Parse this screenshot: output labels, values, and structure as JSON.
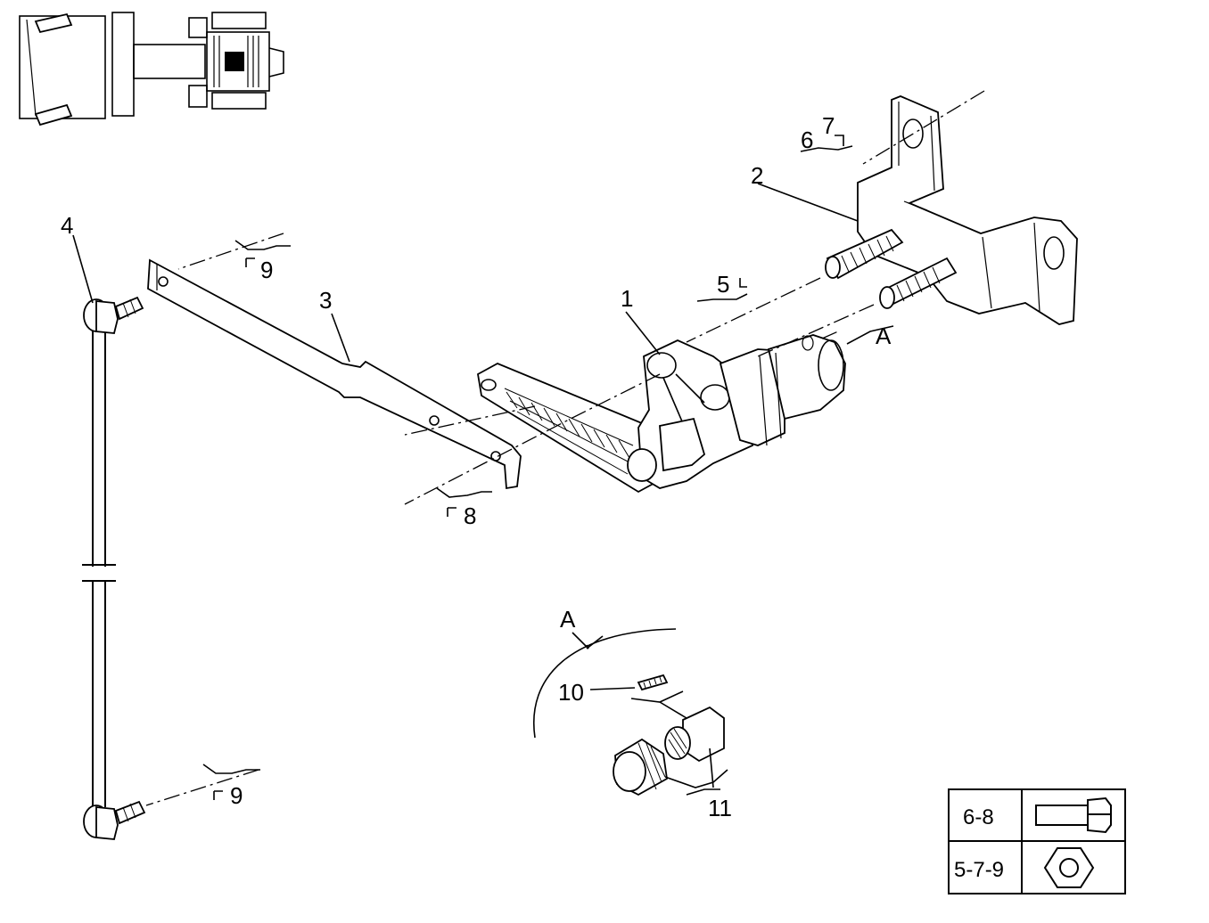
{
  "callouts": {
    "c1": "1",
    "c2": "2",
    "c3": "3",
    "c4": "4",
    "c5": "5",
    "c6": "6",
    "c7": "7",
    "c8": "8",
    "c9a": "9",
    "c9b": "9",
    "c10": "10",
    "c11": "11",
    "viewA_marker": "A",
    "viewA_detail": "A"
  },
  "legend": {
    "rows": [
      {
        "label": "6-8",
        "icon": "bolt-icon"
      },
      {
        "label": "5-7-9",
        "icon": "hex-nut-icon"
      }
    ]
  },
  "thumbnail": {
    "icon": "vehicle-location-thumbnail"
  }
}
